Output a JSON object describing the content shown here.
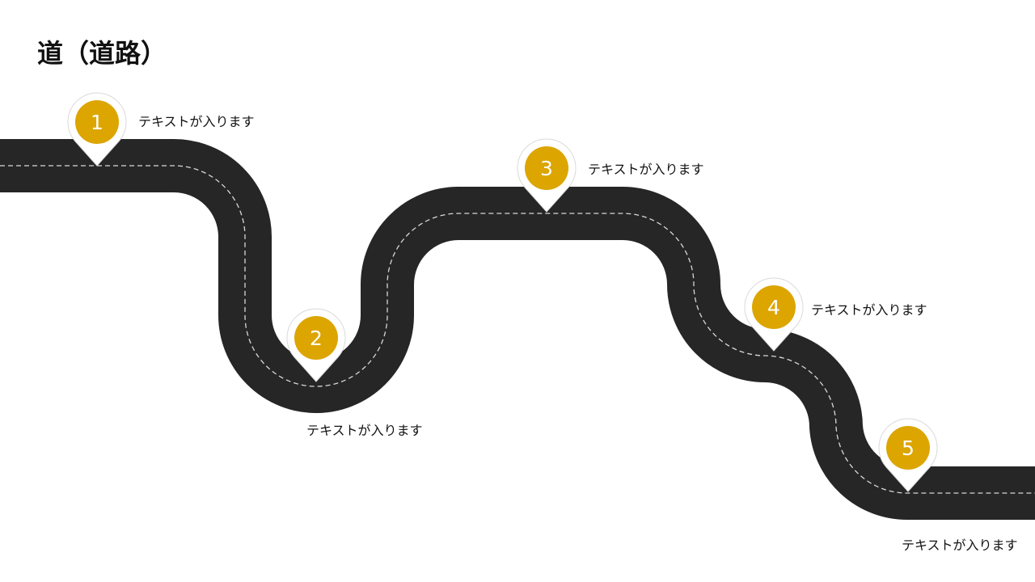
{
  "title": "道（道路）",
  "colors": {
    "road": "#262626",
    "lane_marking": "#d8d8d8",
    "pin_fill": "#ffffff",
    "pin_border": "#d9d9d9",
    "badge": "#dca500",
    "badge_text": "#ffffff",
    "text": "#111111"
  },
  "steps": [
    {
      "number": "1",
      "text": "テキストが入ります"
    },
    {
      "number": "2",
      "text": "テキストが入ります"
    },
    {
      "number": "3",
      "text": "テキストが入ります"
    },
    {
      "number": "4",
      "text": "テキストが入ります"
    },
    {
      "number": "5",
      "text": "テキストが入ります"
    }
  ]
}
